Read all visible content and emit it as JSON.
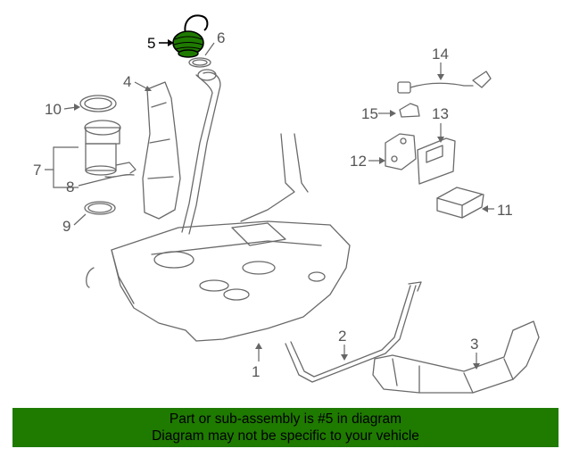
{
  "diagram": {
    "highlight_color": "#1f7a00",
    "highlighted_part": "5",
    "callouts": [
      "1",
      "2",
      "3",
      "4",
      "5",
      "6",
      "7",
      "8",
      "9",
      "10",
      "11",
      "12",
      "13",
      "14",
      "15"
    ]
  },
  "banner": {
    "line1": "Part or sub-assembly is #5 in diagram",
    "line2": "Diagram may not be specific to your vehicle",
    "background": "#1f7a00"
  }
}
